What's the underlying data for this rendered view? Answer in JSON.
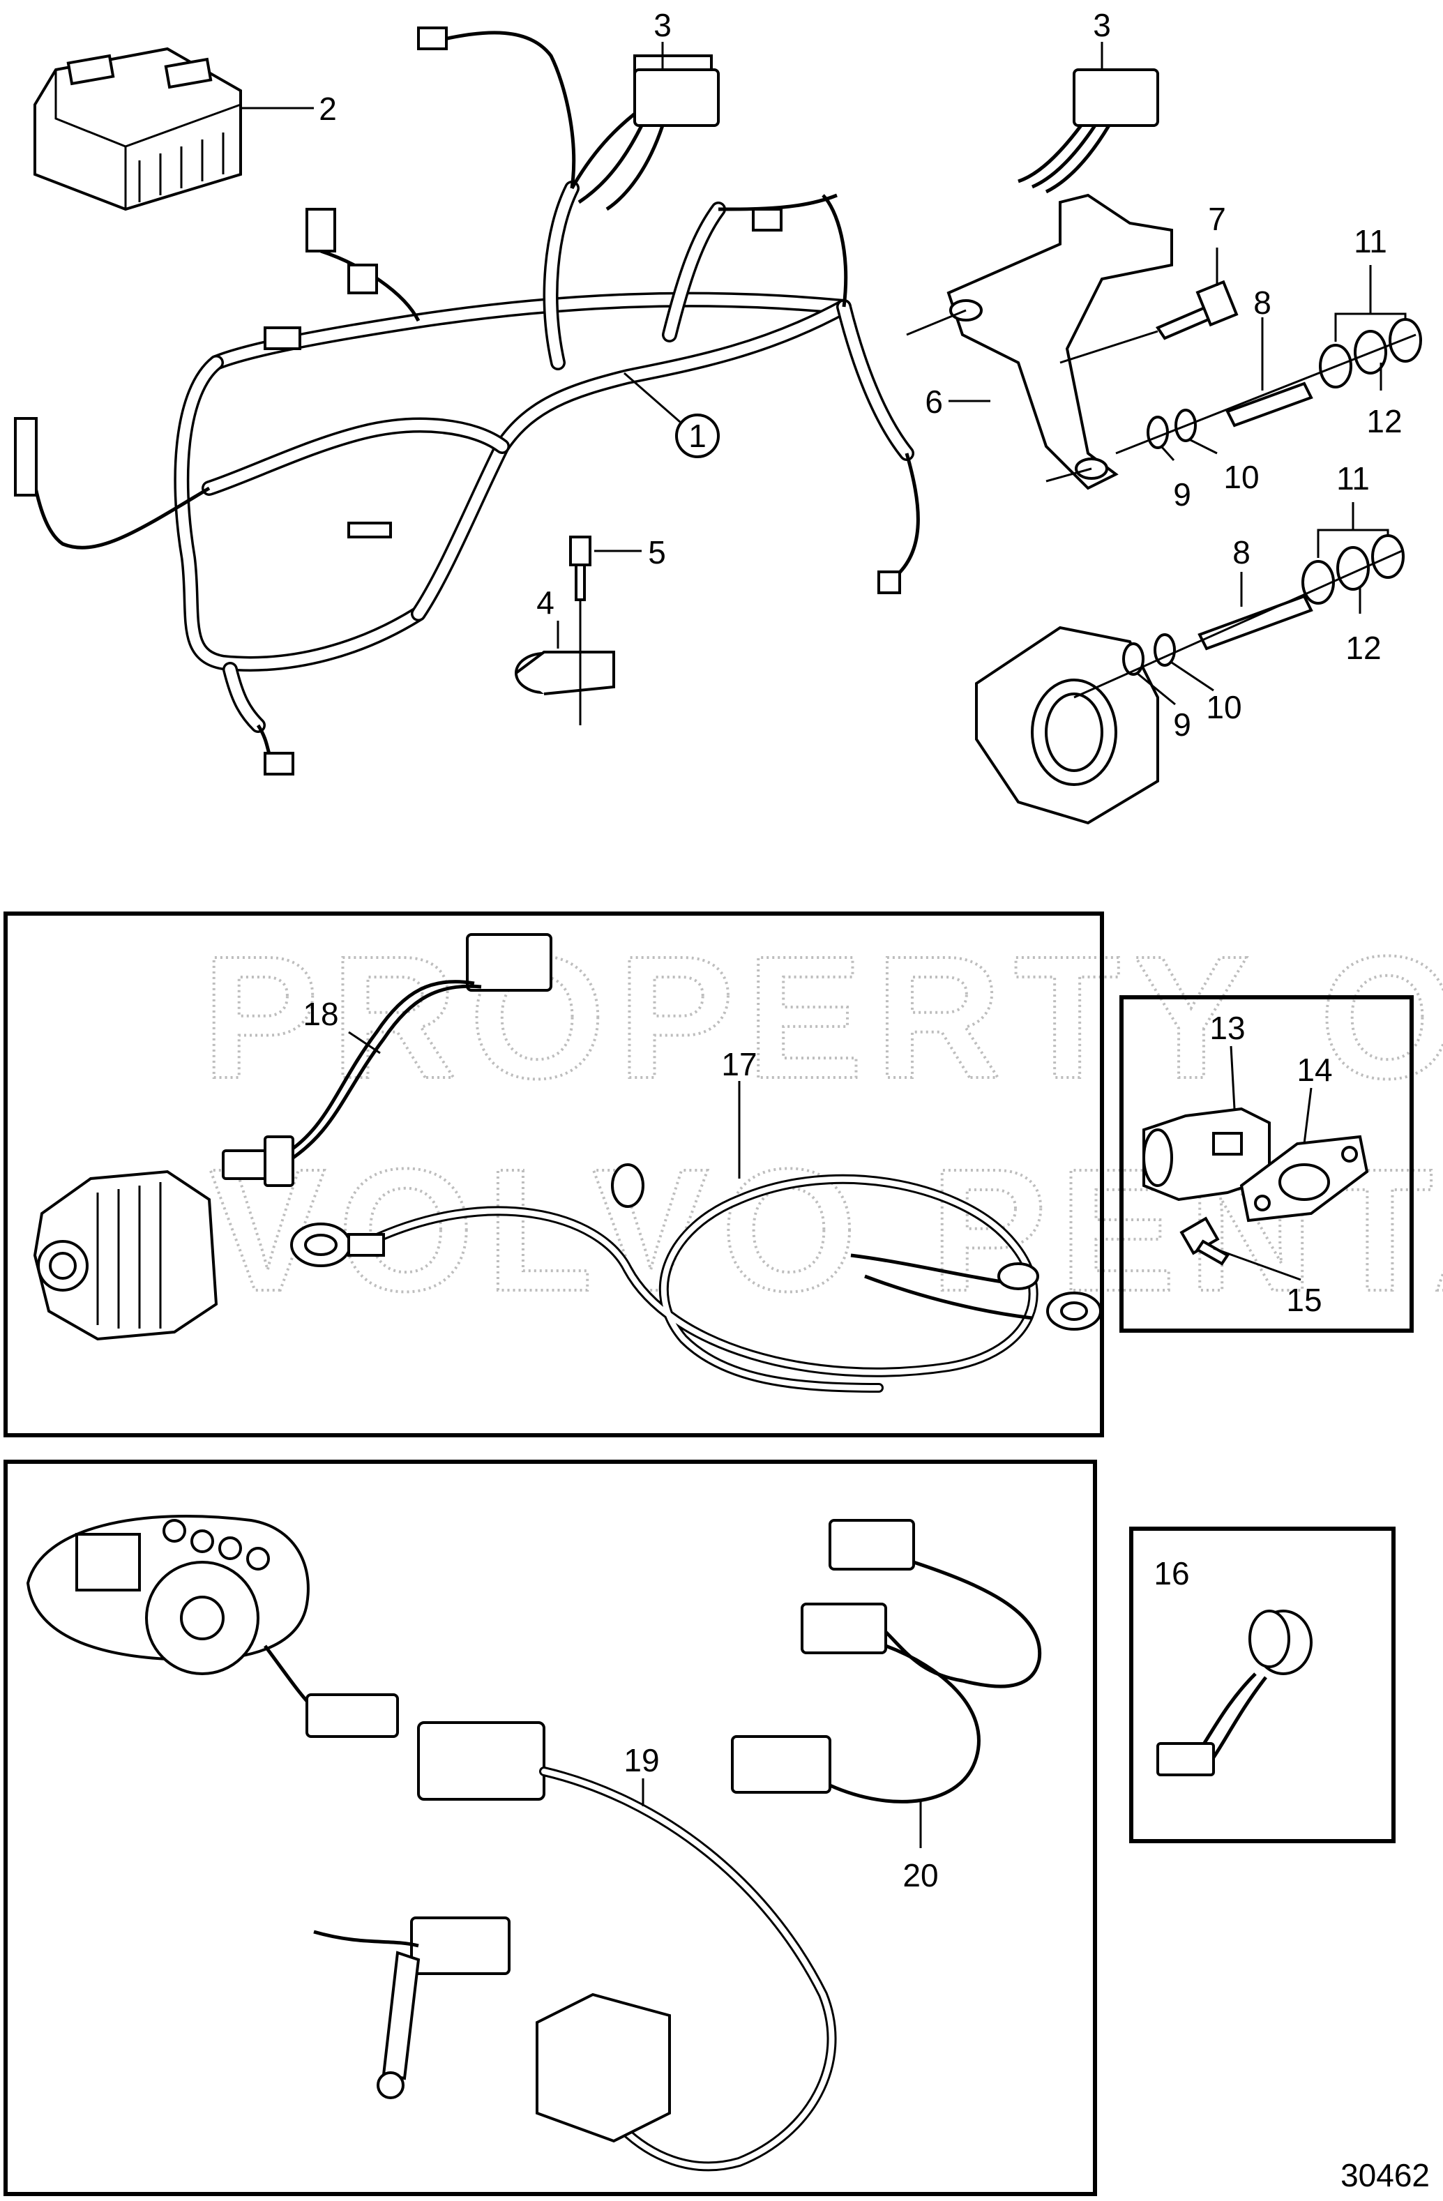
{
  "figure_id": "30462",
  "watermark": {
    "line1": "PROPERTY OF",
    "line2": "VOLVO PENTA"
  },
  "callouts": [
    {
      "id": "c1",
      "text": "1"
    },
    {
      "id": "c2",
      "text": "2"
    },
    {
      "id": "c3a",
      "text": "3"
    },
    {
      "id": "c3b",
      "text": "3"
    },
    {
      "id": "c4",
      "text": "4"
    },
    {
      "id": "c5",
      "text": "5"
    },
    {
      "id": "c6",
      "text": "6"
    },
    {
      "id": "c7",
      "text": "7"
    },
    {
      "id": "c8a",
      "text": "8"
    },
    {
      "id": "c8b",
      "text": "8"
    },
    {
      "id": "c9a",
      "text": "9"
    },
    {
      "id": "c9b",
      "text": "9"
    },
    {
      "id": "c10a",
      "text": "10"
    },
    {
      "id": "c10b",
      "text": "10"
    },
    {
      "id": "c11a",
      "text": "11"
    },
    {
      "id": "c11b",
      "text": "11"
    },
    {
      "id": "c12a",
      "text": "12"
    },
    {
      "id": "c12b",
      "text": "12"
    },
    {
      "id": "c13",
      "text": "13"
    },
    {
      "id": "c14",
      "text": "14"
    },
    {
      "id": "c15",
      "text": "15"
    },
    {
      "id": "c16",
      "text": "16"
    },
    {
      "id": "c17",
      "text": "17"
    },
    {
      "id": "c18",
      "text": "18"
    },
    {
      "id": "c19",
      "text": "19"
    },
    {
      "id": "c20",
      "text": "20"
    }
  ]
}
